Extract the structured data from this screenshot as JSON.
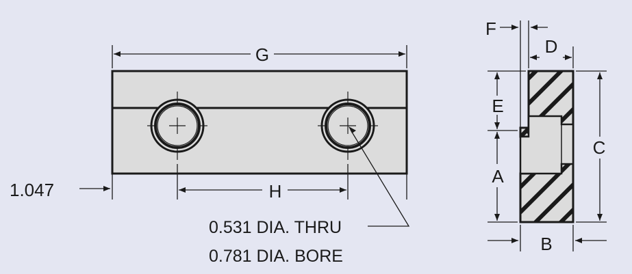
{
  "diagram": {
    "labels": {
      "G": "G",
      "H": "H",
      "offset": "1.047",
      "hole_note_line1": "0.531 DIA. THRU",
      "hole_note_line2": "0.781 DIA. BORE",
      "F": "F",
      "D": "D",
      "E": "E",
      "A": "A",
      "C": "C",
      "B": "B"
    },
    "colors": {
      "background": "#e4e6f2",
      "part_fill": "#dcdcdc",
      "line": "#1a1a1a"
    }
  }
}
